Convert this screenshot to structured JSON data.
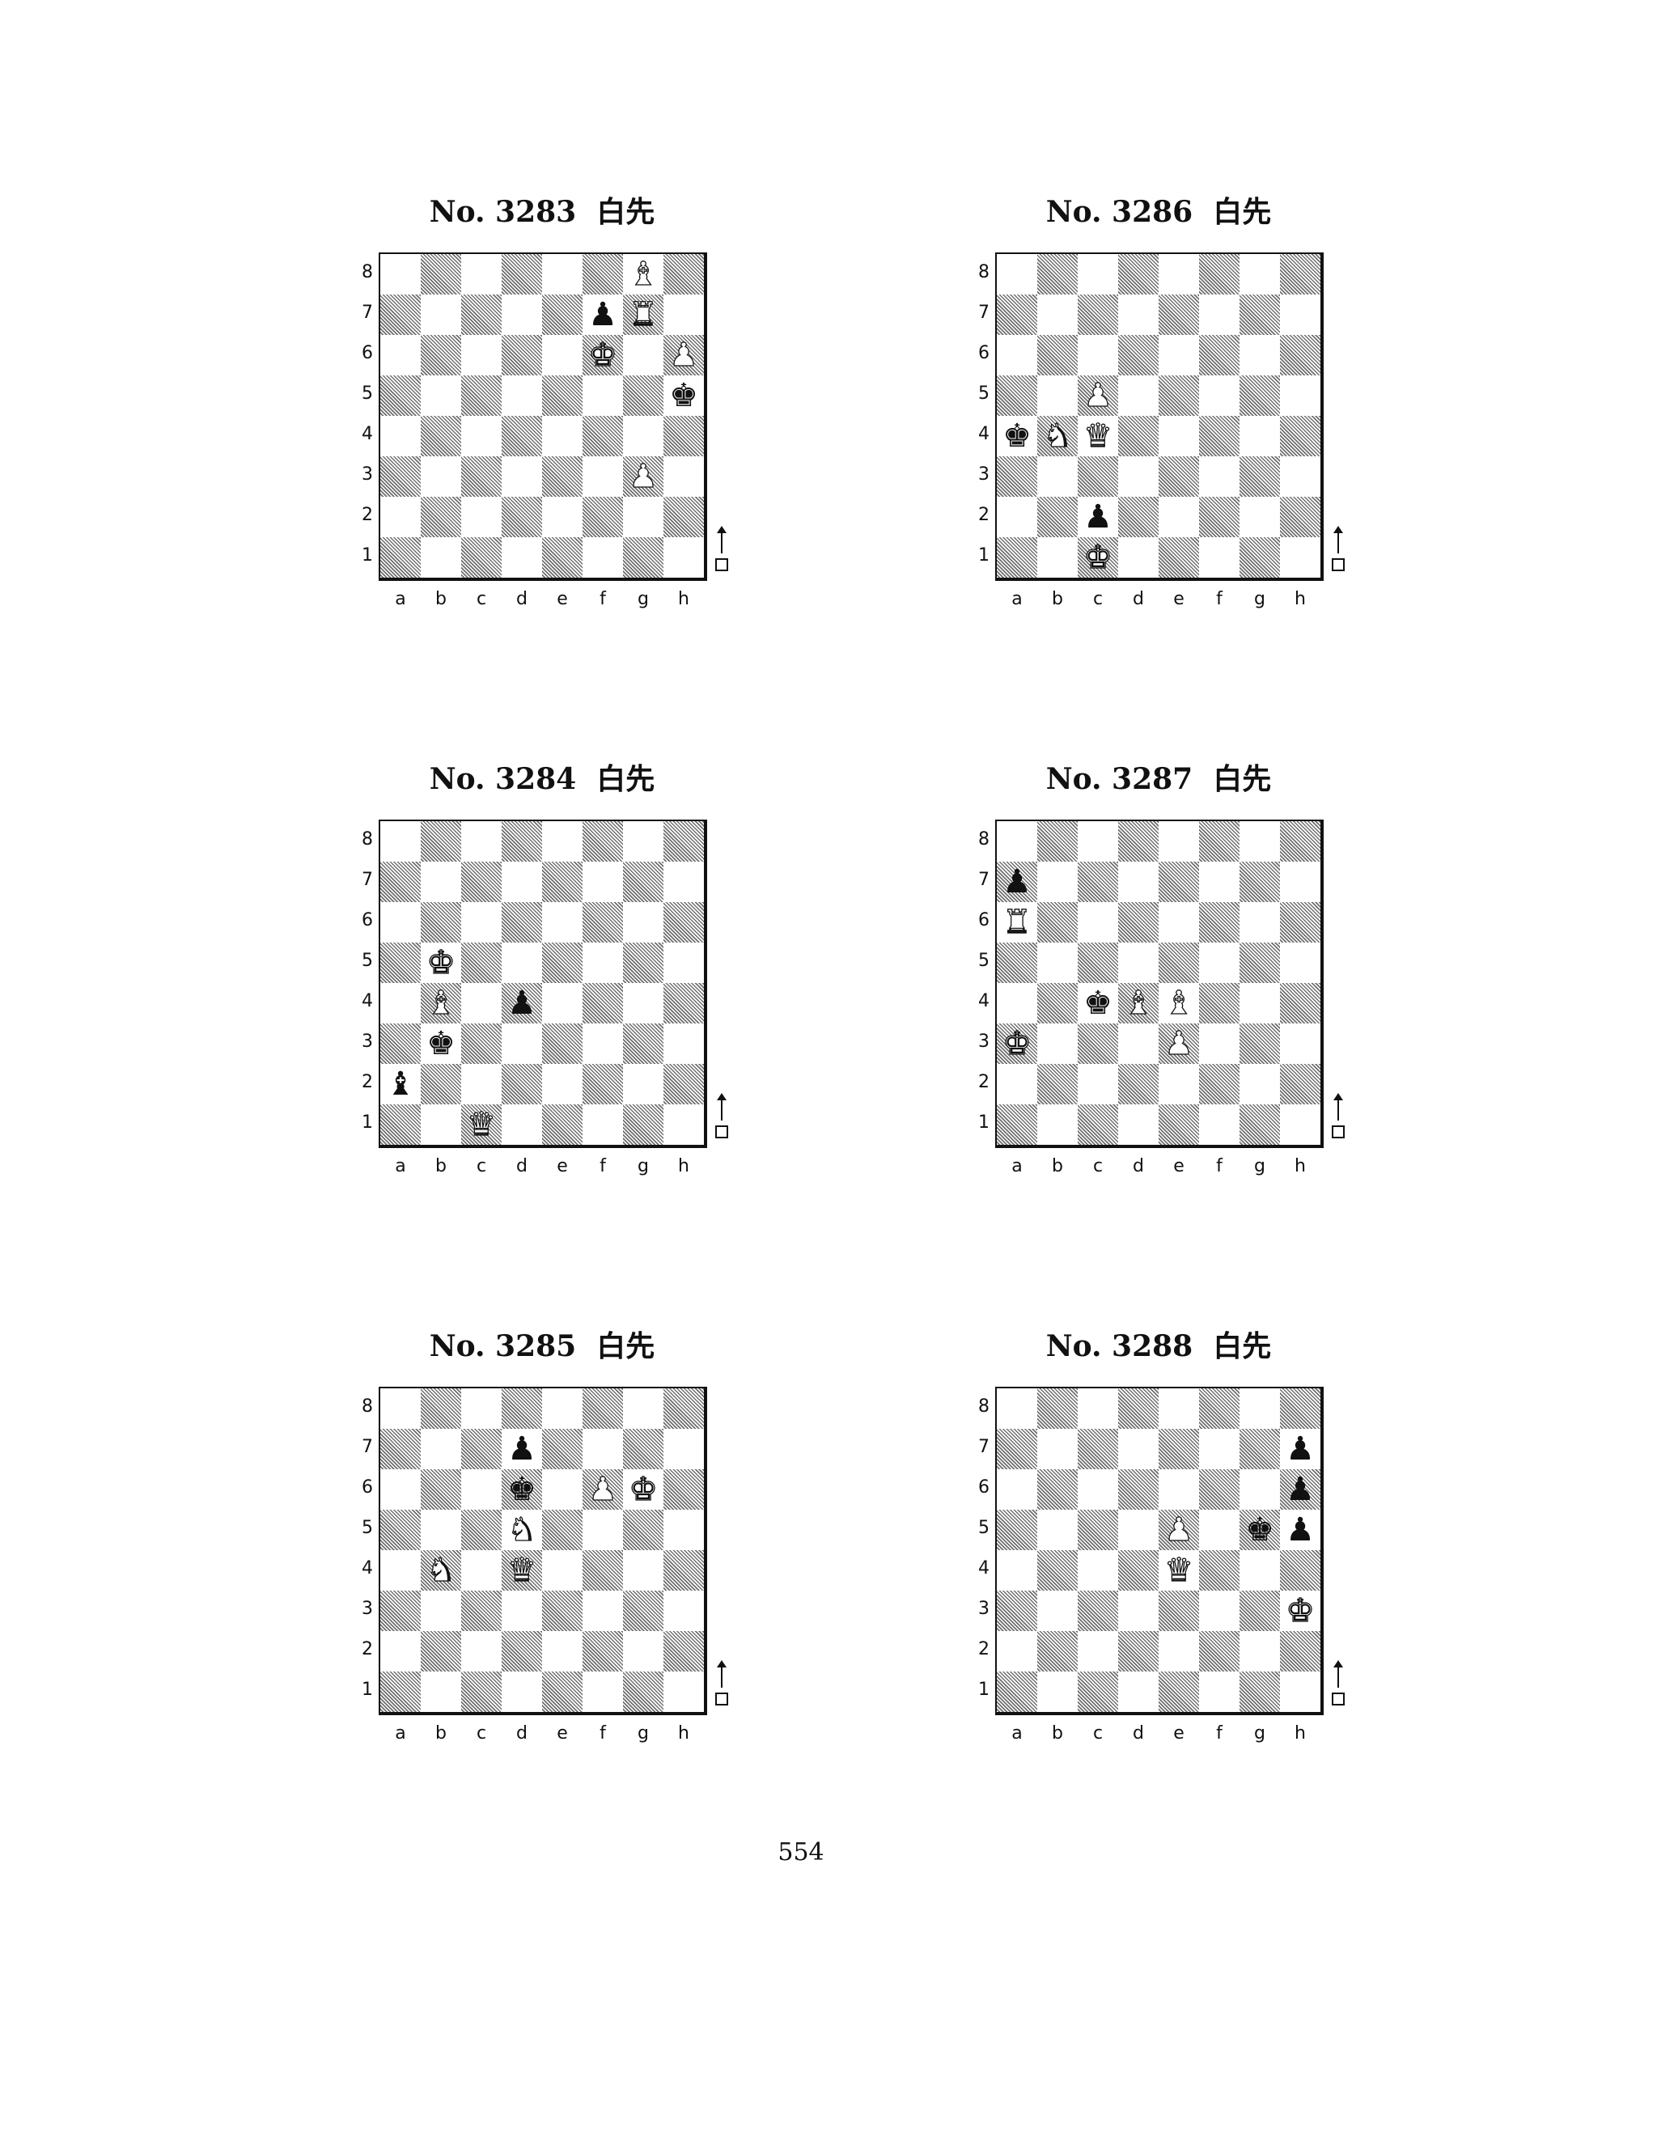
{
  "page_number": "554",
  "files": [
    "a",
    "b",
    "c",
    "d",
    "e",
    "f",
    "g",
    "h"
  ],
  "ranks": [
    "8",
    "7",
    "6",
    "5",
    "4",
    "3",
    "2",
    "1"
  ],
  "icons": {
    "board_flip": "up-arrow-icon",
    "side_to_move_white": "white-square-icon"
  },
  "piece_glyphs": {
    "K": "♚",
    "Q": "♛",
    "R": "♜",
    "B": "♝",
    "N": "♞",
    "P": "♟"
  },
  "problems": [
    {
      "title": "No. 3283  白先",
      "pieces": [
        {
          "sq": "g8",
          "type": "B",
          "color": "w"
        },
        {
          "sq": "f7",
          "type": "P",
          "color": "b"
        },
        {
          "sq": "g7",
          "type": "R",
          "color": "w"
        },
        {
          "sq": "f6",
          "type": "K",
          "color": "w"
        },
        {
          "sq": "h6",
          "type": "P",
          "color": "w"
        },
        {
          "sq": "h5",
          "type": "K",
          "color": "b"
        },
        {
          "sq": "g3",
          "type": "P",
          "color": "w"
        }
      ]
    },
    {
      "title": "No. 3286  白先",
      "pieces": [
        {
          "sq": "c5",
          "type": "P",
          "color": "w"
        },
        {
          "sq": "a4",
          "type": "K",
          "color": "b"
        },
        {
          "sq": "b4",
          "type": "N",
          "color": "w"
        },
        {
          "sq": "c4",
          "type": "Q",
          "color": "w"
        },
        {
          "sq": "c2",
          "type": "P",
          "color": "b"
        },
        {
          "sq": "c1",
          "type": "K",
          "color": "w"
        }
      ]
    },
    {
      "title": "No. 3284  白先",
      "pieces": [
        {
          "sq": "b5",
          "type": "K",
          "color": "w"
        },
        {
          "sq": "b4",
          "type": "B",
          "color": "w"
        },
        {
          "sq": "d4",
          "type": "P",
          "color": "b"
        },
        {
          "sq": "b3",
          "type": "K",
          "color": "b"
        },
        {
          "sq": "a2",
          "type": "B",
          "color": "b"
        },
        {
          "sq": "c1",
          "type": "Q",
          "color": "w"
        }
      ]
    },
    {
      "title": "No. 3287  白先",
      "pieces": [
        {
          "sq": "a7",
          "type": "P",
          "color": "b"
        },
        {
          "sq": "a6",
          "type": "R",
          "color": "w"
        },
        {
          "sq": "c4",
          "type": "K",
          "color": "b"
        },
        {
          "sq": "d4",
          "type": "B",
          "color": "w"
        },
        {
          "sq": "e4",
          "type": "B",
          "color": "w"
        },
        {
          "sq": "a3",
          "type": "K",
          "color": "w"
        },
        {
          "sq": "e3",
          "type": "P",
          "color": "w"
        }
      ]
    },
    {
      "title": "No. 3285  白先",
      "pieces": [
        {
          "sq": "d7",
          "type": "P",
          "color": "b"
        },
        {
          "sq": "d6",
          "type": "K",
          "color": "b"
        },
        {
          "sq": "f6",
          "type": "P",
          "color": "w"
        },
        {
          "sq": "g6",
          "type": "K",
          "color": "w"
        },
        {
          "sq": "d5",
          "type": "N",
          "color": "w"
        },
        {
          "sq": "b4",
          "type": "N",
          "color": "w"
        },
        {
          "sq": "d4",
          "type": "Q",
          "color": "w"
        }
      ]
    },
    {
      "title": "No. 3288  白先",
      "pieces": [
        {
          "sq": "h7",
          "type": "P",
          "color": "b"
        },
        {
          "sq": "h6",
          "type": "P",
          "color": "b"
        },
        {
          "sq": "e5",
          "type": "P",
          "color": "w"
        },
        {
          "sq": "g5",
          "type": "K",
          "color": "b"
        },
        {
          "sq": "h5",
          "type": "P",
          "color": "b"
        },
        {
          "sq": "e4",
          "type": "Q",
          "color": "w"
        },
        {
          "sq": "h3",
          "type": "K",
          "color": "w"
        }
      ]
    }
  ]
}
